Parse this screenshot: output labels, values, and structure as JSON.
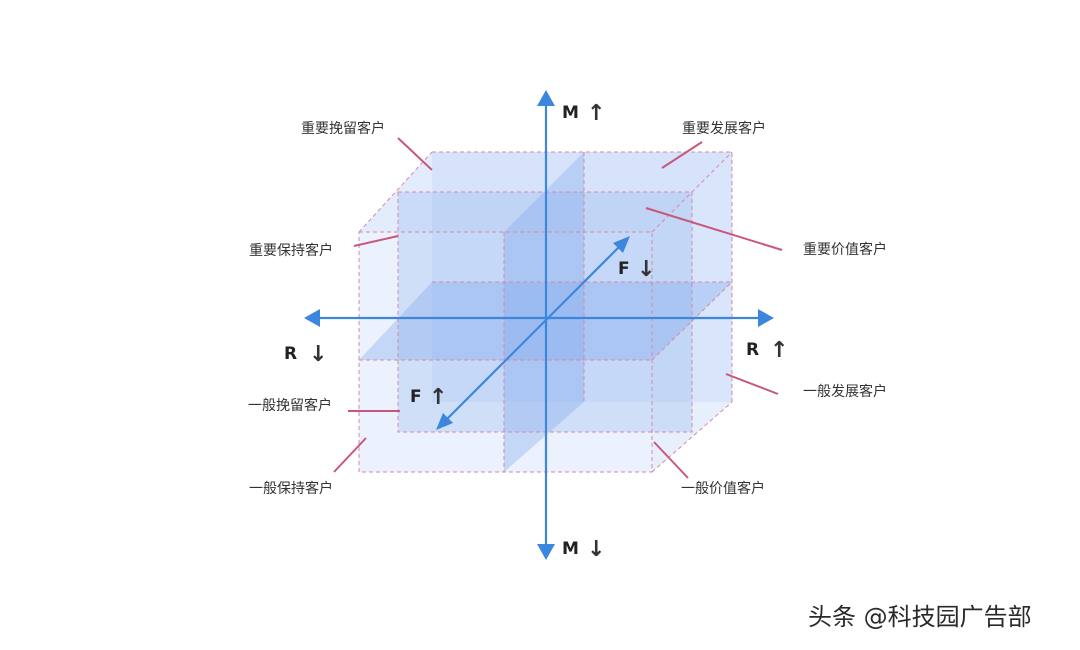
{
  "axes": {
    "m_up": {
      "letter": "M",
      "arrow": "↑"
    },
    "m_down": {
      "letter": "M",
      "arrow": "↓"
    },
    "r_up": {
      "letter": "R",
      "arrow": "↑"
    },
    "r_down": {
      "letter": "R",
      "arrow": "↓"
    },
    "f_up": {
      "letter": "F",
      "arrow": "↑"
    },
    "f_down": {
      "letter": "F",
      "arrow": "↓"
    }
  },
  "segments": {
    "important_retain": "重要挽留客户",
    "important_develop": "重要发展客户",
    "important_keep": "重要保持客户",
    "important_value": "重要价值客户",
    "general_retain": "一般挽留客户",
    "general_develop": "一般发展客户",
    "general_keep": "一般保持客户",
    "general_value": "一般价值客户"
  },
  "watermark": "头条 @科技园广告部",
  "colors": {
    "axis": "#3d86dd",
    "leader": "#c9577c",
    "edge": "#d58aa6",
    "face": "#a9c5f5"
  }
}
